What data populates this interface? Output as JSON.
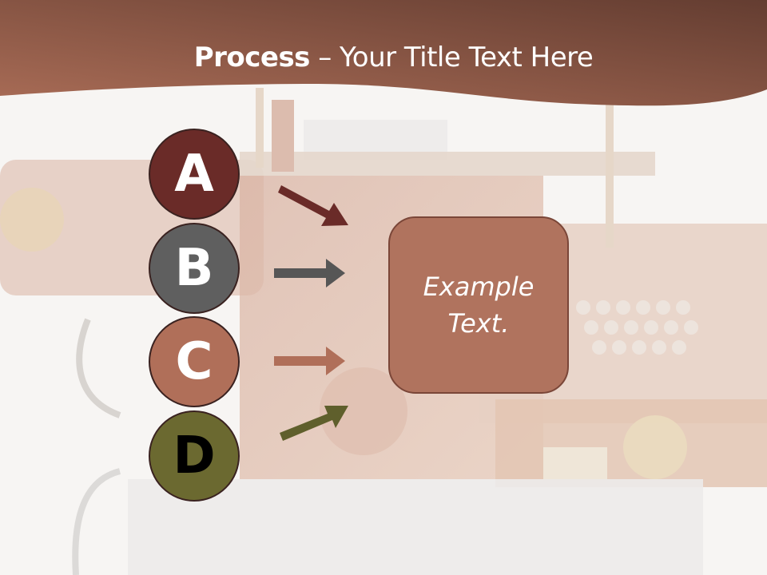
{
  "slide": {
    "title_bold": "Process",
    "title_rest": " – Your Title Text Here",
    "header_colors": [
      "#6b4034",
      "#a2644f"
    ]
  },
  "steps": [
    {
      "label": "A",
      "fill": "#6a2b28",
      "text_color": "#ffffff",
      "arrow_color": "#6a2b28",
      "arrow_direction": "down-right"
    },
    {
      "label": "B",
      "fill": "#5f5f5f",
      "text_color": "#ffffff",
      "arrow_color": "#565656",
      "arrow_direction": "right"
    },
    {
      "label": "C",
      "fill": "#b06f59",
      "text_color": "#ffffff",
      "arrow_color": "#b06f59",
      "arrow_direction": "right"
    },
    {
      "label": "D",
      "fill": "#6b6930",
      "text_color": "#000000",
      "arrow_color": "#5f5f2c",
      "arrow_direction": "up-right"
    }
  ],
  "result_box": {
    "text_line1": "Example",
    "text_line2": "Text.",
    "fill": "#b0735e"
  }
}
